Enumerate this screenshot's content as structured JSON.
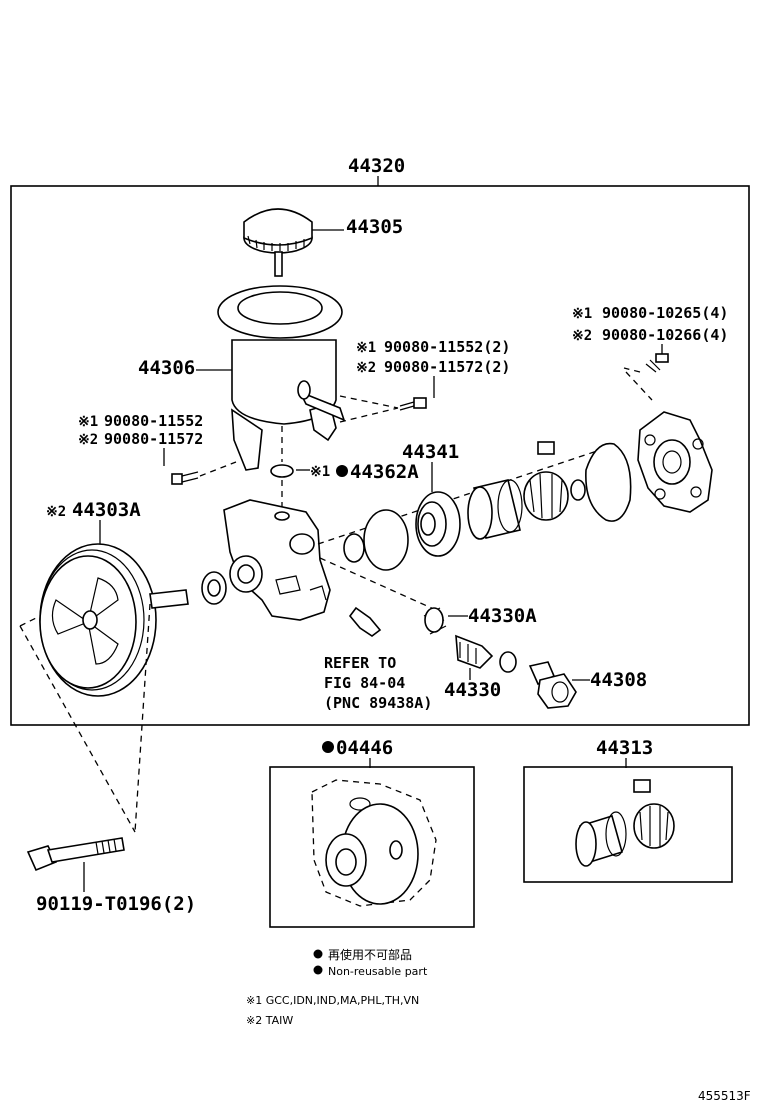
{
  "labels": {
    "assembly": "44320",
    "cap": "44305",
    "reservoir": "44306",
    "bolt_right_1": "90080-10265(4)",
    "bolt_right_2": "90080-10266(4)",
    "bolt_mid_1": "90080-11552(2)",
    "bolt_mid_2": "90080-11572(2)",
    "bolt_left_1": "90080-11552",
    "bolt_left_2": "90080-11572",
    "seal_oring": "44362A",
    "cam_ring": "44341",
    "pulley": "44303A",
    "spring": "44330A",
    "valve": "44330",
    "union": "44308",
    "refer_1": "REFER TO",
    "refer_2": "FIG 84-04",
    "refer_3": "(PNC 89438A)",
    "gasket_kit": "04446",
    "cartridge_kit": "44313",
    "bolt_pulley": "90119-T0196(2)",
    "mark_1": "※1",
    "mark_2": "※2"
  },
  "legend": {
    "non_reusable_jp": "再使用不可部品",
    "non_reusable_en": "Non-reusable part",
    "note_1": "※1 GCC,IDN,IND,MA,PHL,TH,VN",
    "note_2": "※2 TAIW"
  },
  "figure_id": "455513F"
}
